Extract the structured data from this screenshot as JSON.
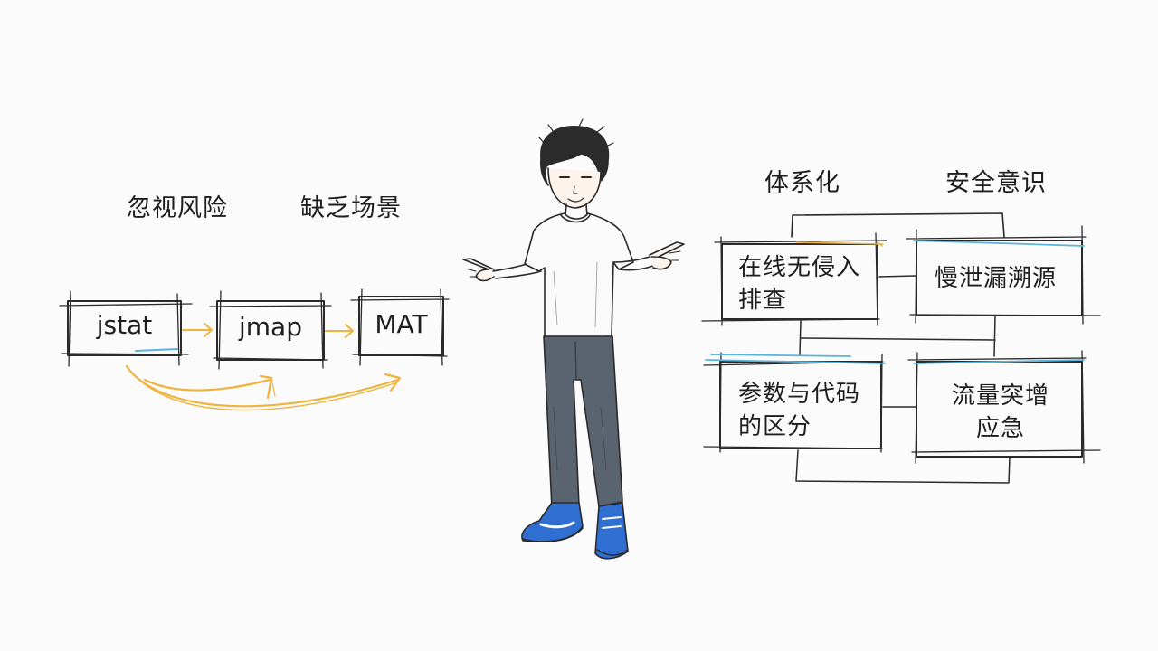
{
  "left_group": {
    "headers": [
      "忽视风险",
      "缺乏场景"
    ],
    "tools": [
      "jstat",
      "jmap",
      "MAT"
    ]
  },
  "right_group": {
    "headers": [
      "体系化",
      "安全意识"
    ],
    "boxes": [
      {
        "lines": [
          "在线无侵入",
          "排查"
        ]
      },
      {
        "lines": [
          "慢泄漏溯源"
        ]
      },
      {
        "lines": [
          "参数与代码",
          "的区分"
        ]
      },
      {
        "lines": [
          "流量突增",
          "应急"
        ]
      }
    ]
  },
  "colors": {
    "ink": "#2a2a2a",
    "accent_orange": "#f0b43c",
    "accent_blue": "#5ab4dc",
    "shirt": "#fafafa",
    "pants": "#5a6470",
    "shoes": "#2f6fd1",
    "skin": "#fbf3ec"
  }
}
